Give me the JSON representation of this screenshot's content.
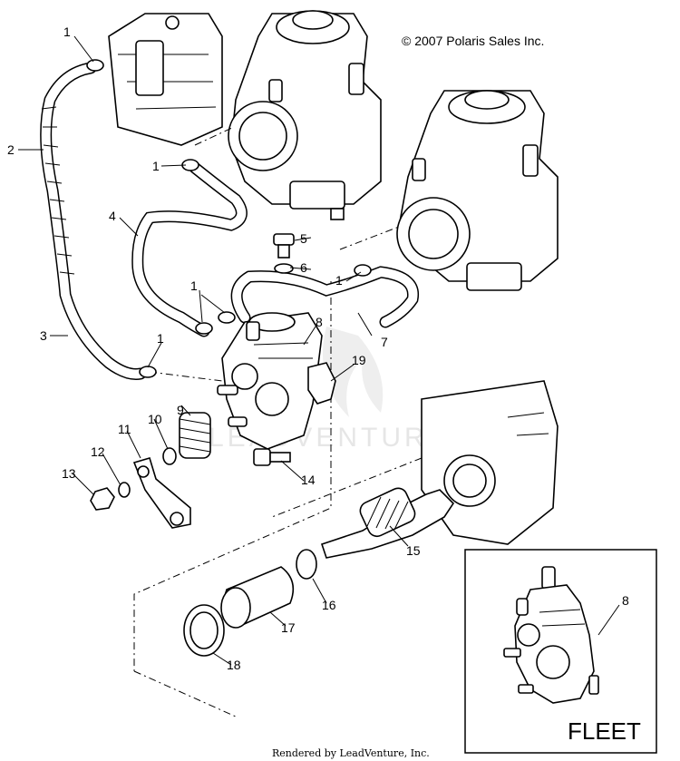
{
  "copyright": "© 2007 Polaris Sales Inc.",
  "watermark": "LEADVENTURE",
  "footer": "Rendered by LeadVenture, Inc.",
  "inset": {
    "label": "FLEET",
    "callout": "8"
  },
  "callouts": {
    "c1a": "1",
    "c1b": "1",
    "c1c": "1",
    "c1d": "1",
    "c1e": "1",
    "c2": "2",
    "c3": "3",
    "c4": "4",
    "c5": "5",
    "c6": "6",
    "c7": "7",
    "c8": "8",
    "c9": "9",
    "c10": "10",
    "c11": "11",
    "c12": "12",
    "c13": "13",
    "c14": "14",
    "c15": "15",
    "c16": "16",
    "c17": "17",
    "c18": "18",
    "c19": "19"
  }
}
